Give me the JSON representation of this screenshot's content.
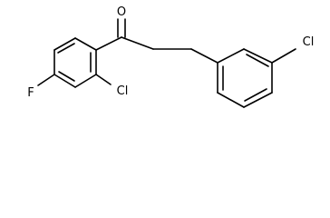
{
  "molecule": {
    "atoms": {
      "oxygen": "O",
      "fluorine": "F",
      "chlorine_ortho": "Cl",
      "chlorine_meta": "Cl"
    }
  }
}
